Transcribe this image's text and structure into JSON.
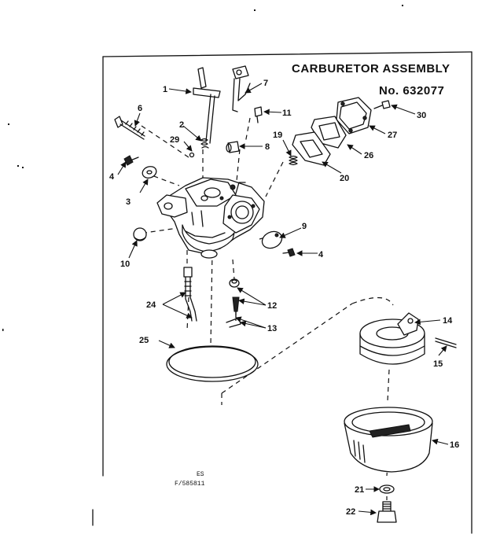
{
  "diagram": {
    "title": "CARBURETOR ASSEMBLY",
    "subtitle": "No. 632077",
    "footer_code_1": "ES",
    "footer_code_2": "F/585811",
    "callouts": [
      "1",
      "2",
      "3",
      "4",
      "4",
      "6",
      "7",
      "8",
      "9",
      "10",
      "11",
      "12",
      "13",
      "14",
      "15",
      "16",
      "19",
      "20",
      "21",
      "22",
      "24",
      "25",
      "26",
      "27",
      "29",
      "30"
    ]
  }
}
